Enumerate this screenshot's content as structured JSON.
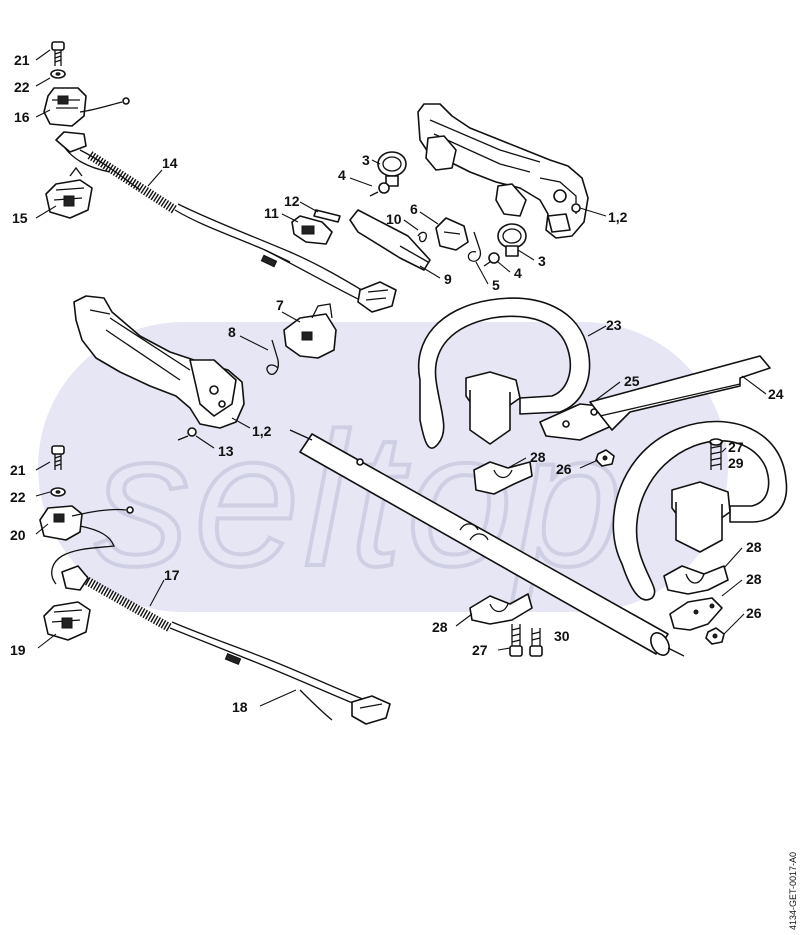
{
  "diagram": {
    "watermark_text": "seltop",
    "reference_code": "4134-GET-0017-A0",
    "callouts": [
      {
        "id": "c21a",
        "text": "21"
      },
      {
        "id": "c22a",
        "text": "22"
      },
      {
        "id": "c16",
        "text": "16"
      },
      {
        "id": "c15",
        "text": "15"
      },
      {
        "id": "c14",
        "text": "14"
      },
      {
        "id": "c3a",
        "text": "3"
      },
      {
        "id": "c4a",
        "text": "4"
      },
      {
        "id": "c12",
        "text": "12"
      },
      {
        "id": "c11",
        "text": "11"
      },
      {
        "id": "c10",
        "text": "10"
      },
      {
        "id": "c6",
        "text": "6"
      },
      {
        "id": "c9",
        "text": "9"
      },
      {
        "id": "c5",
        "text": "5"
      },
      {
        "id": "c4b",
        "text": "4"
      },
      {
        "id": "c3b",
        "text": "3"
      },
      {
        "id": "c12top",
        "text": "1,2"
      },
      {
        "id": "c7",
        "text": "7"
      },
      {
        "id": "c8",
        "text": "8"
      },
      {
        "id": "c23",
        "text": "23"
      },
      {
        "id": "c25",
        "text": "25"
      },
      {
        "id": "c24",
        "text": "24"
      },
      {
        "id": "c12mid",
        "text": "1,2"
      },
      {
        "id": "c13",
        "text": "13"
      },
      {
        "id": "c21b",
        "text": "21"
      },
      {
        "id": "c22b",
        "text": "22"
      },
      {
        "id": "c20",
        "text": "20"
      },
      {
        "id": "c28a",
        "text": "28"
      },
      {
        "id": "c26a",
        "text": "26"
      },
      {
        "id": "c27a",
        "text": "27"
      },
      {
        "id": "c29",
        "text": "29"
      },
      {
        "id": "c17",
        "text": "17"
      },
      {
        "id": "c28b",
        "text": "28"
      },
      {
        "id": "c28c",
        "text": "28"
      },
      {
        "id": "c19",
        "text": "19"
      },
      {
        "id": "c28d",
        "text": "28"
      },
      {
        "id": "c26b",
        "text": "26"
      },
      {
        "id": "c27b",
        "text": "27"
      },
      {
        "id": "c30",
        "text": "30"
      },
      {
        "id": "c18",
        "text": "18"
      }
    ]
  },
  "colors": {
    "watermark_band": "#e6e6f5",
    "watermark_text": "#d2d2e6",
    "line": "#111111",
    "background": "#ffffff"
  }
}
